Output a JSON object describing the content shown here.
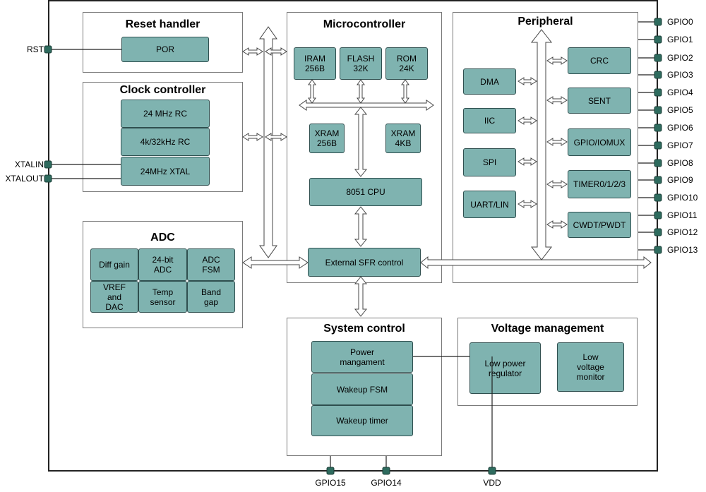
{
  "sections": {
    "reset": {
      "title": "Reset handler",
      "por": "POR"
    },
    "clock": {
      "title": "Clock controller",
      "rc24": "24 MHz RC",
      "rc32k": "4k/32kHz RC",
      "xtal": "24MHz XTAL"
    },
    "adc": {
      "title": "ADC",
      "diff": "Diff gain",
      "bit24": "24-bit ADC",
      "fsm": "ADC FSM",
      "vref": "VREF and DAC",
      "temp": "Temp sensor",
      "band": "Band gap"
    },
    "mcu": {
      "title": "Microcontroller",
      "iram": "IRAM 256B",
      "flash": "FLASH 32K",
      "rom": "ROM 24K",
      "xram256": "XRAM 256B",
      "xram4k": "XRAM 4KB",
      "cpu": "8051 CPU",
      "sfr": "External SFR control"
    },
    "peripheral": {
      "title": "Peripheral",
      "dma": "DMA",
      "iic": "IIC",
      "spi": "SPI",
      "uart": "UART/LIN",
      "crc": "CRC",
      "sent": "SENT",
      "gpio": "GPIO/IOMUX",
      "timer": "TIMER0/1/2/3",
      "cwdt": "CWDT/PWDT"
    },
    "system": {
      "title": "System control",
      "power": "Power mangament",
      "wakeup_fsm": "Wakeup FSM",
      "wakeup_timer": "Wakeup timer"
    },
    "voltage": {
      "title": "Voltage management",
      "lpr": "Low power regulator",
      "lvm": "Low voltage monitor"
    }
  },
  "pins": {
    "left": [
      "RST",
      "XTALIN",
      "XTALOUT"
    ],
    "right": [
      "GPIO0",
      "GPIO1",
      "GPIO2",
      "GPIO3",
      "GPIO4",
      "GPIO5",
      "GPIO6",
      "GPIO7",
      "GPIO8",
      "GPIO9",
      "GPIO10",
      "GPIO11",
      "GPIO12",
      "GPIO13"
    ],
    "bottom": [
      "GPIO15",
      "GPIO14",
      "VDD"
    ]
  },
  "colors": {
    "block": "#7fb3b0",
    "block_border": "#2f4f4f",
    "pin": "#2e6b5e"
  }
}
